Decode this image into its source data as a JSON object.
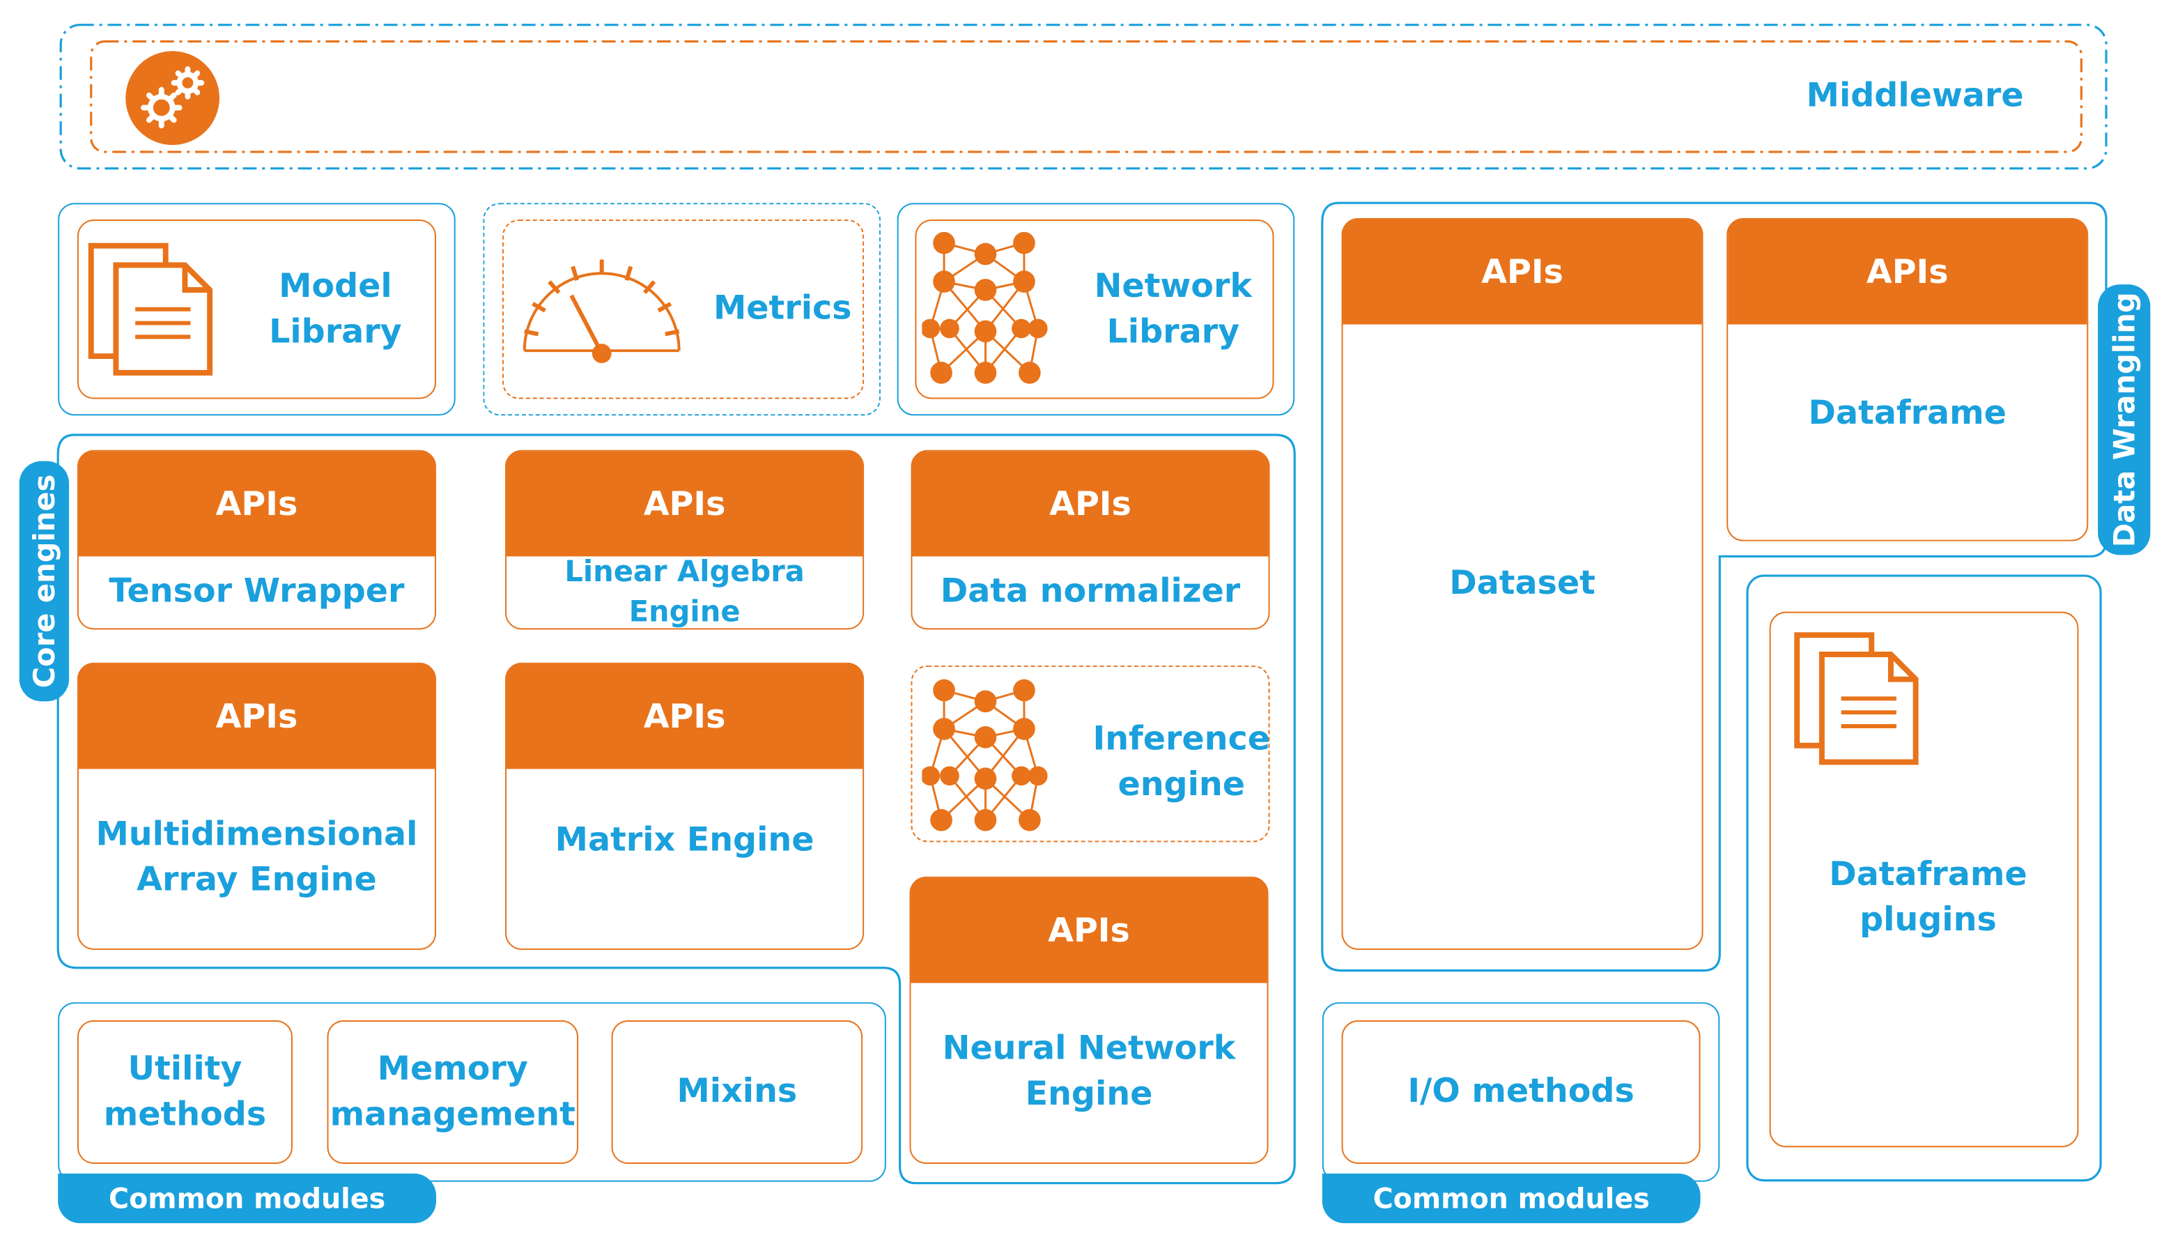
{
  "colors": {
    "accent_blue": "#1aa0dc",
    "accent_orange": "#e8731b"
  },
  "middleware": {
    "label": "Middleware",
    "icon": "gears-icon"
  },
  "top_row": {
    "model_library": {
      "label": "Model\nLibrary",
      "icon": "documents-icon"
    },
    "metrics": {
      "label": "Metrics",
      "icon": "gauge-icon"
    },
    "network_library": {
      "label": "Network\nLibrary",
      "icon": "neural-network-icon"
    }
  },
  "core_engines": {
    "side_label": "Core engines",
    "api_label": "APIs",
    "tensor_wrapper": "Tensor Wrapper",
    "linear_algebra": "Linear Algebra Engine",
    "data_normalizer": "Data normalizer",
    "multidimensional_array": "Multidimensional\nArray Engine",
    "matrix_engine": "Matrix Engine",
    "inference_engine": {
      "label": "Inference\nengine",
      "icon": "neural-network-icon"
    },
    "neural_network": "Neural Network\nEngine"
  },
  "common_modules_left": {
    "pill": "Common modules",
    "utility": "Utility\nmethods",
    "memory": "Memory\nmanagement",
    "mixins": "Mixins"
  },
  "data_wrangling": {
    "side_label": "Data Wrangling",
    "api_label": "APIs",
    "dataset": "Dataset",
    "dataframe": "Dataframe",
    "dataframe_plugins": {
      "label": "Dataframe\nplugins",
      "icon": "documents-icon"
    }
  },
  "common_modules_right": {
    "pill": "Common modules",
    "io": "I/O methods"
  }
}
